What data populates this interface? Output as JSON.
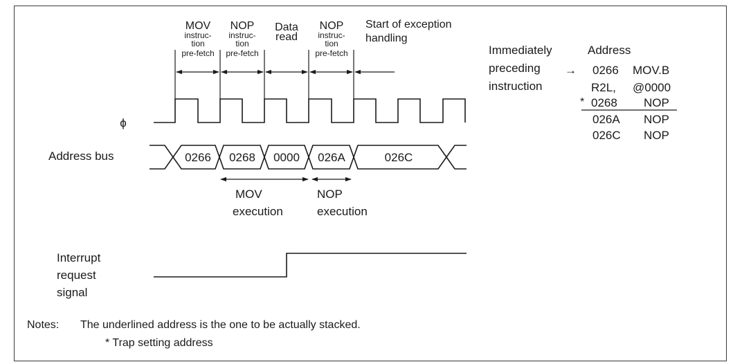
{
  "phases": {
    "mov_prefetch": [
      "MOV",
      "instruc-",
      "tion",
      "pre-fetch"
    ],
    "nop_prefetch_1": [
      "NOP",
      "instruc-",
      "tion",
      "pre-fetch"
    ],
    "data_read": [
      "Data",
      "read"
    ],
    "nop_prefetch_2": [
      "NOP",
      "instruc-",
      "tion",
      "pre-fetch"
    ],
    "exception": [
      "Start of exception",
      "handling"
    ]
  },
  "signals": {
    "phi": "ϕ",
    "address_bus": "Address bus",
    "interrupt": [
      "Interrupt",
      "request",
      "signal"
    ]
  },
  "bus_values": [
    "0266",
    "0268",
    "0000",
    "026A",
    "026C"
  ],
  "execution": {
    "mov": [
      "MOV",
      "execution"
    ],
    "nop": [
      "NOP",
      "execution"
    ]
  },
  "code_listing": {
    "preceding_label": [
      "Immediately",
      "preceding",
      "instruction"
    ],
    "arrow": "→",
    "address_header": "Address",
    "rows": [
      {
        "addr": "0266",
        "instr": "MOV.B"
      },
      {
        "addr": "R2L,",
        "instr": "@0000"
      },
      {
        "addr": "0268",
        "instr": "NOP",
        "mark": "*"
      },
      {
        "addr": "026A",
        "instr": "NOP"
      },
      {
        "addr": "026C",
        "instr": "NOP"
      }
    ]
  },
  "notes": {
    "label": "Notes:",
    "line1": "The underlined address is the one to be actually stacked.",
    "line2": "*  Trap setting address"
  }
}
